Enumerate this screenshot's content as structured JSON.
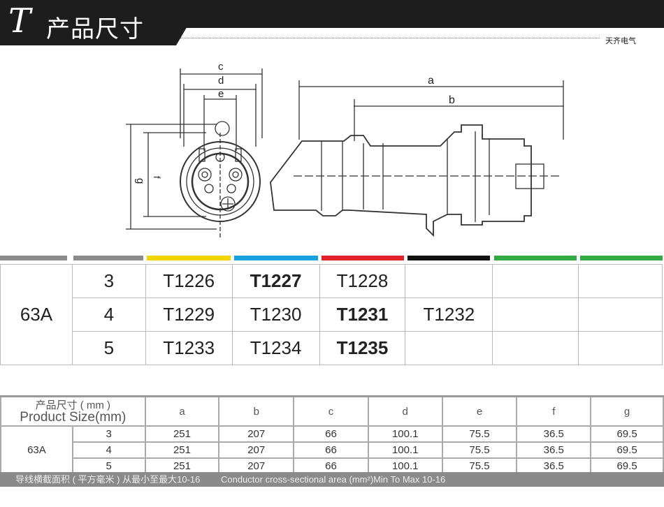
{
  "header": {
    "logo_letter": "T",
    "title": "产品尺寸",
    "brand": "天齐电气"
  },
  "drawing": {
    "labels": [
      "a",
      "b",
      "c",
      "d",
      "e",
      "f",
      "g"
    ]
  },
  "stripe_colors": [
    "#8c8c8c",
    "#8c8c8c",
    "#f2d500",
    "#1aa0de",
    "#e2202a",
    "#111111",
    "#33aa44",
    "#33aa44"
  ],
  "color_table": {
    "rating": "63A",
    "rows": [
      {
        "poles": "3",
        "codes": [
          "T1226",
          "T1227",
          "T1228",
          "",
          "",
          ""
        ],
        "bold": [
          false,
          true,
          false,
          false,
          false,
          false
        ]
      },
      {
        "poles": "4",
        "codes": [
          "T1229",
          "T1230",
          "T1231",
          "T1232",
          "",
          ""
        ],
        "bold": [
          false,
          false,
          true,
          false,
          false,
          false
        ]
      },
      {
        "poles": "5",
        "codes": [
          "T1233",
          "T1234",
          "T1235",
          "",
          "",
          ""
        ],
        "bold": [
          false,
          false,
          true,
          false,
          false,
          false
        ]
      }
    ]
  },
  "size_table": {
    "header_cn": "产品尺寸 ( mm )",
    "header_en": "Product Size(mm)",
    "columns": [
      "a",
      "b",
      "c",
      "d",
      "e",
      "f",
      "g"
    ],
    "rating": "63A",
    "rows": [
      {
        "poles": "3",
        "values": [
          "251",
          "207",
          "66",
          "100.1",
          "75.5",
          "36.5",
          "69.5"
        ]
      },
      {
        "poles": "4",
        "values": [
          "251",
          "207",
          "66",
          "100.1",
          "75.5",
          "36.5",
          "69.5"
        ]
      },
      {
        "poles": "5",
        "values": [
          "251",
          "207",
          "66",
          "100.1",
          "75.5",
          "36.5",
          "69.5"
        ]
      }
    ]
  },
  "footer": {
    "cn": "导线横截面积 ( 平方毫米 ) 从最小至最大10-16",
    "en": "Conductor cross-sectional area (mm²)Min To Max 10-16"
  }
}
